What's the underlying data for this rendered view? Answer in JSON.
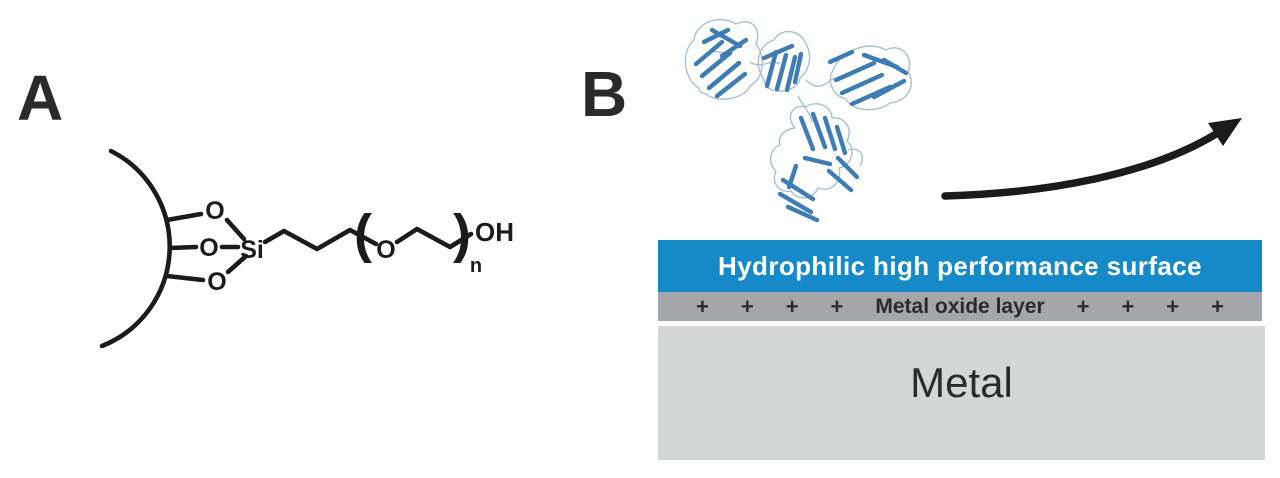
{
  "figure": {
    "panel_a": {
      "label": "A",
      "molecule": {
        "name": "peg-silane-on-particle-surface",
        "o_top": "O",
        "o_mid": "O",
        "o_bottom": "O",
        "si": "Si",
        "open_bracket": "(",
        "o_repeat": "O",
        "close_bracket": ")",
        "subscript_n": "n",
        "oh": "OH"
      }
    },
    "panel_b": {
      "label": "B",
      "antibody": {
        "name": "antibody-ribbon-structure",
        "ribbon_color": "#3d7cb5",
        "loop_color": "#a9bfd0"
      },
      "arrow_color": "#1b1b1b",
      "layers": {
        "surface": {
          "label": "Hydrophilic high performance surface",
          "color": "#1689c9",
          "text_color": "#ffffff"
        },
        "oxide": {
          "label": "Metal oxide layer",
          "color": "#a4a6a9",
          "text_color": "#2b2b2b",
          "plus": [
            "+",
            "+",
            "+",
            "+",
            "+",
            "+",
            "+",
            "+"
          ]
        },
        "metal": {
          "label": "Metal",
          "color": "#d5d6d6",
          "text_color": "#2b2b2b"
        }
      }
    }
  }
}
